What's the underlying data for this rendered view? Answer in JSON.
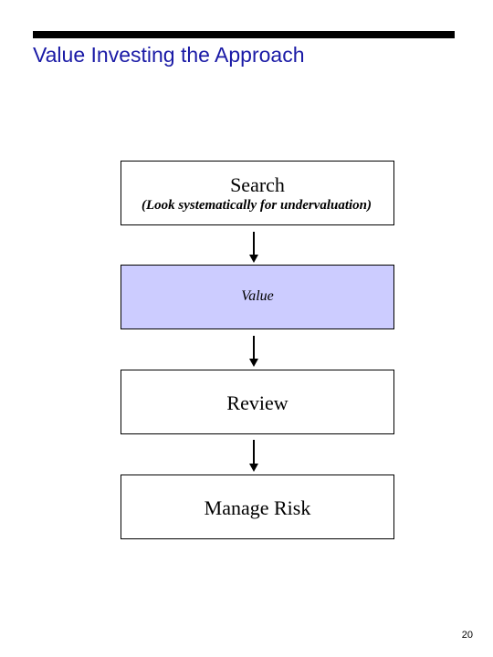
{
  "slide": {
    "title": "Value Investing the Approach",
    "page_number": "20"
  },
  "flowchart": {
    "steps": [
      {
        "label": "Search",
        "sublabel": "(Look systematically for undervaluation)"
      },
      {
        "label": "Value",
        "highlighted": true
      },
      {
        "label": "Review"
      },
      {
        "label": "Manage Risk"
      }
    ]
  },
  "colors": {
    "title": "#1a1aa6",
    "highlight_fill": "#ccccff",
    "rule": "#000000"
  }
}
